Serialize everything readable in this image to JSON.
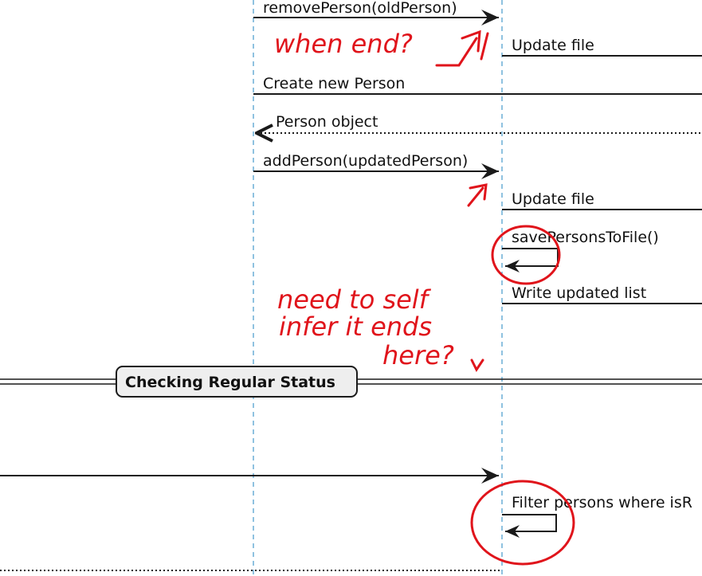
{
  "messages": {
    "remove_person": "removePerson(oldPerson)",
    "update_file_1": "Update file",
    "create_person": "Create new Person",
    "person_object": "Person object",
    "add_person": "addPerson(updatedPerson)",
    "update_file_2": "Update file",
    "save_persons": "savePersonsToFile()",
    "write_list": "Write updated list",
    "filter_persons": "Filter persons where isR"
  },
  "divider": {
    "label": "Checking Regular Status"
  },
  "annotations": {
    "when_end": "when end?",
    "need_infer_1": "need to self",
    "need_infer_2": "infer it ends",
    "need_infer_3": "here?"
  },
  "colors": {
    "lifeline": "#6aaed6",
    "arrow": "#1a1a1a",
    "annotation": "#e0141b",
    "divider_fill": "#eeeeee"
  }
}
